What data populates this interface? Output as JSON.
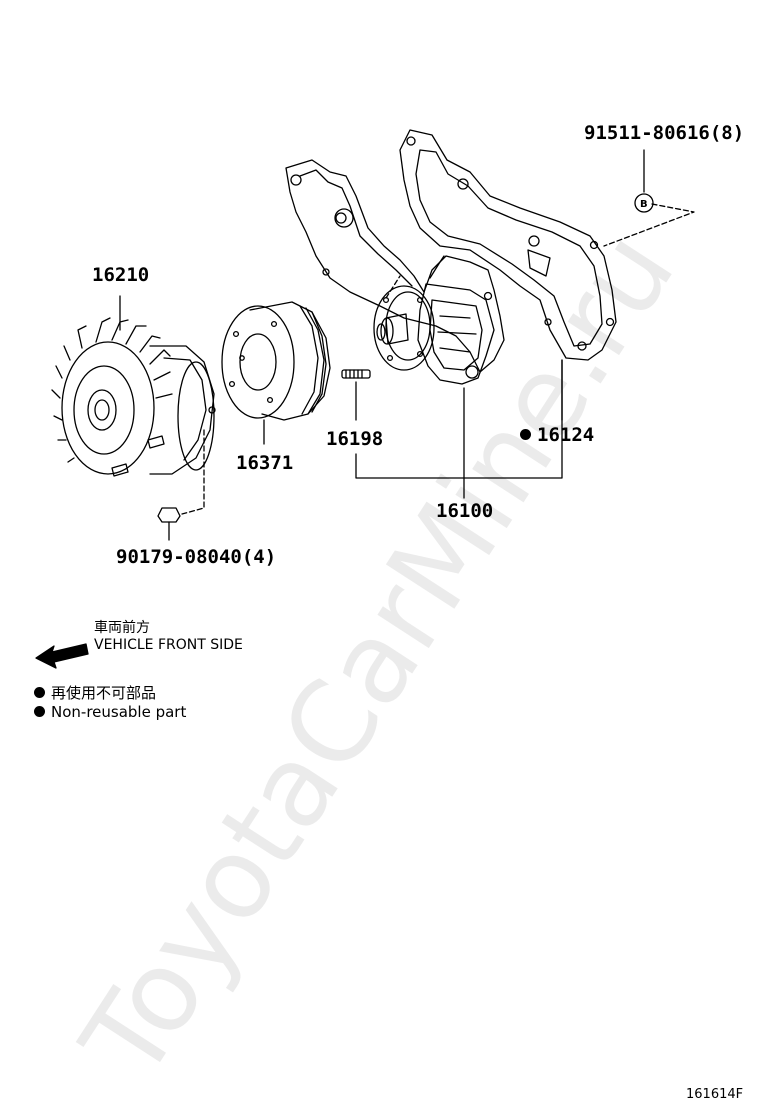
{
  "labels": {
    "p16210": "16210",
    "p16371": "16371",
    "p16198": "16198",
    "p16124": "16124",
    "p16100": "16100",
    "p91511": "91511-80616(8)",
    "p90179": "90179-08040(4)"
  },
  "legend": {
    "front_jp": "車両前方",
    "front_en": "VEHICLE FRONT SIDE",
    "nonreuse_jp": "再使用不可部品",
    "nonreuse_en": "Non-reusable part"
  },
  "callout_letter": "B",
  "watermark": "ToyotaCarMine.ru",
  "diagram_code": "161614F"
}
